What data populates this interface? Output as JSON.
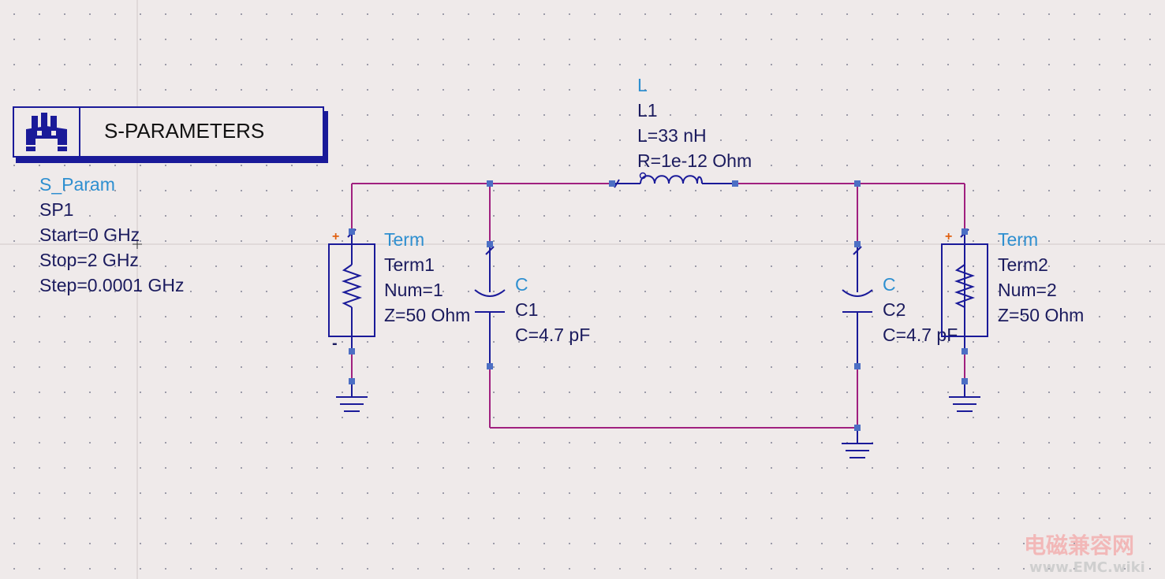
{
  "sparam": {
    "box_title": "S-PARAMETERS",
    "type": "S_Param",
    "name": "SP1",
    "start": "Start=0 GHz",
    "stop": "Stop=2 GHz",
    "step": "Step=0.0001 GHz"
  },
  "inductor": {
    "type": "L",
    "name": "L1",
    "value": "L=33 nH",
    "resistance": "R=1e-12 Ohm"
  },
  "term1": {
    "type": "Term",
    "name": "Term1",
    "num": "Num=1",
    "z": "Z=50 Ohm",
    "plus": "+",
    "minus": "-"
  },
  "term2": {
    "type": "Term",
    "name": "Term2",
    "num": "Num=2",
    "z": "Z=50 Ohm",
    "plus": "+"
  },
  "cap1": {
    "type": "C",
    "name": "C1",
    "value": "C=4.7 pF"
  },
  "cap2": {
    "type": "C",
    "name": "C2",
    "value": "C=4.7 pF"
  },
  "watermark": {
    "line1": "电磁兼容网",
    "line2": "www.EMC.wiki"
  },
  "colors": {
    "wire": "#a0207f",
    "component": "#1a1a99",
    "label_type": "#2e8fd0",
    "label_text": "#1b1b5e",
    "background": "#efeaea"
  }
}
